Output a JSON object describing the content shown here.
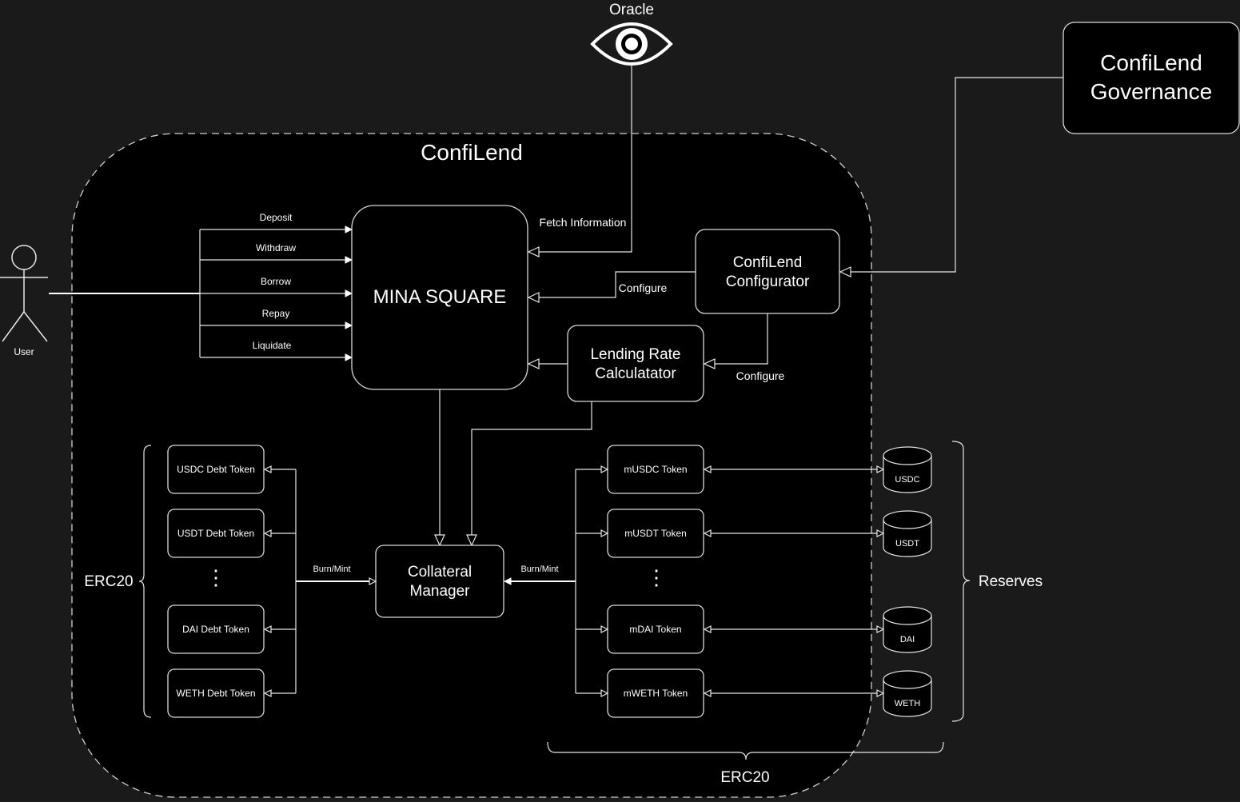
{
  "title": "ConfiLend",
  "oracle": {
    "label": "Oracle"
  },
  "governance": {
    "line1": "ConfiLend",
    "line2": "Governance"
  },
  "user": {
    "label": "User"
  },
  "core": {
    "label": "MINA SQUARE"
  },
  "configurator": {
    "line1": "ConfiLend",
    "line2": "Configurator"
  },
  "rate_calc": {
    "line1": "Lending Rate",
    "line2": "Calculatator"
  },
  "collateral": {
    "line1": "Collateral",
    "line2": "Manager"
  },
  "actions": [
    "Deposit",
    "Withdraw",
    "Borrow",
    "Repay",
    "Liquidate"
  ],
  "edges": {
    "fetch": "Fetch Information",
    "configure_core": "Configure",
    "configure_rate": "Configure",
    "burn_mint_left": "Burn/Mint",
    "burn_mint_right": "Burn/Mint"
  },
  "debt_tokens": [
    "USDC Debt Token",
    "USDT Debt Token",
    "DAI Debt Token",
    "WETH Debt Token"
  ],
  "m_tokens": [
    "mUSDC Token",
    "mUSDT Token",
    "mDAI Token",
    "mWETH Token"
  ],
  "reserves": [
    "USDC",
    "USDT",
    "DAI",
    "WETH"
  ],
  "ellipsis": "⋮",
  "groups": {
    "erc20_left": "ERC20",
    "erc20_bottom": "ERC20",
    "reserves": "Reserves"
  },
  "colors": {
    "background": "#1a1a1a",
    "container": "#000000",
    "stroke": "#e6e6e6"
  }
}
